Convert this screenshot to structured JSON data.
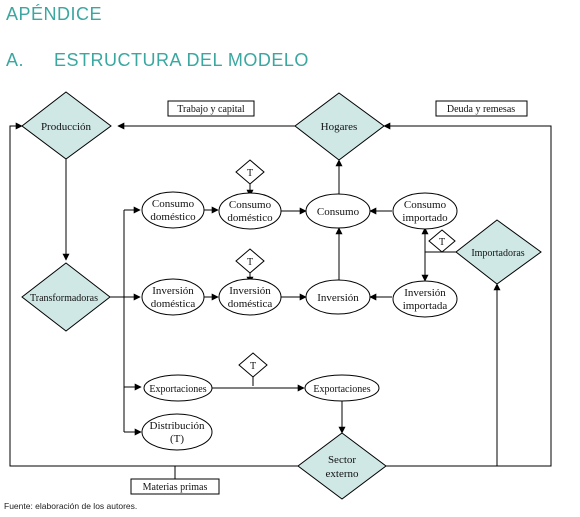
{
  "header": {
    "appendix_title": "APÉNDICE",
    "section_letter": "A.",
    "section_title": "ESTRUCTURA DEL MODELO"
  },
  "diagram": {
    "nodes": {
      "produccion": "Producción",
      "hogares": "Hogares",
      "transformadoras": "Transformadoras",
      "importadoras": "Importadoras",
      "sector_externo_line1": "Sector",
      "sector_externo_line2": "externo",
      "consumo_domestico_1_line1": "Consumo",
      "consumo_domestico_1_line2": "doméstico",
      "consumo_domestico_2_line1": "Consumo",
      "consumo_domestico_2_line2": "doméstico",
      "consumo": "Consumo",
      "consumo_importado_line1": "Consumo",
      "consumo_importado_line2": "importado",
      "inversion_domestica_1_line1": "Inversión",
      "inversion_domestica_1_line2": "doméstica",
      "inversion_domestica_2_line1": "Inversión",
      "inversion_domestica_2_line2": "doméstica",
      "inversion": "Inversión",
      "inversion_importada_line1": "Inversión",
      "inversion_importada_line2": "importada",
      "exportaciones_1": "Exportaciones",
      "exportaciones_2": "Exportaciones",
      "distribucion_line1": "Distribución",
      "distribucion_line2": "(T)",
      "tax_marker": "T"
    },
    "flow_labels": {
      "trabajo_capital": "Trabajo y capital",
      "deuda_remesas": "Deuda y remesas",
      "materias_primas": "Materias primas"
    }
  },
  "footer": {
    "source": "Fuente: elaboración de los autores."
  }
}
